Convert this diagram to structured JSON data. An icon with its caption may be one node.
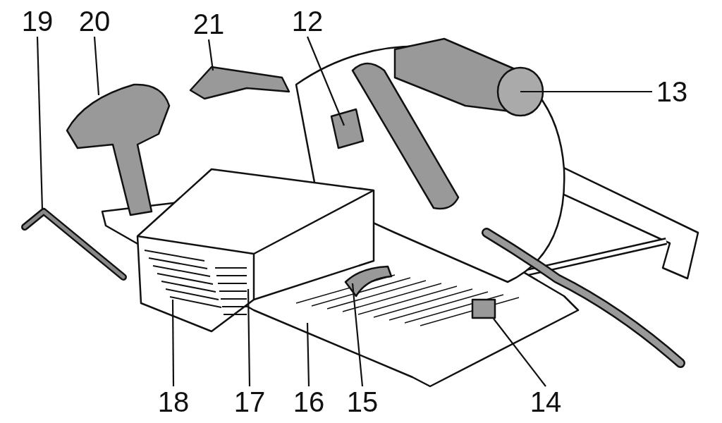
{
  "diagram": {
    "nodes": [
      {
        "text": [
          "19"
        ]
      },
      {
        "text": [
          "20"
        ]
      },
      {
        "text": [
          "21"
        ]
      },
      {
        "text": [
          "12"
        ]
      },
      {
        "text": [
          "13"
        ]
      },
      {
        "text": [
          "18"
        ]
      },
      {
        "text": [
          "17"
        ]
      },
      {
        "text": [
          "16"
        ]
      },
      {
        "text": [
          "15"
        ]
      },
      {
        "text": [
          "14"
        ]
      }
    ],
    "edges": [
      {
        "from": 0,
        "to": null,
        "arrow": "none"
      },
      {
        "from": 1,
        "to": null,
        "arrow": "none"
      },
      {
        "from": 2,
        "to": null,
        "arrow": "none"
      },
      {
        "from": 3,
        "to": null,
        "arrow": "none"
      },
      {
        "from": 4,
        "to": null,
        "arrow": "none"
      },
      {
        "from": 5,
        "to": null,
        "arrow": "none"
      },
      {
        "from": 6,
        "to": null,
        "arrow": "none"
      },
      {
        "from": 7,
        "to": null,
        "arrow": "none"
      },
      {
        "from": 8,
        "to": null,
        "arrow": "none"
      },
      {
        "from": 9,
        "to": null,
        "arrow": "none"
      }
    ]
  }
}
